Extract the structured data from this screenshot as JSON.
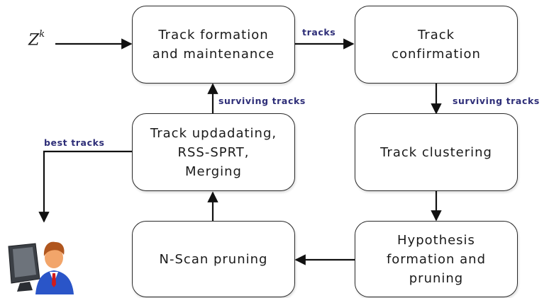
{
  "input": {
    "symbol": "Z",
    "superscript": "k"
  },
  "boxes": {
    "formation": "Track formation\nand maintenance",
    "confirmation": "Track\nconfirmation",
    "updating": "Track updadating,\nRSS-SPRT,\nMerging",
    "clustering": "Track clustering",
    "pruning": "N-Scan pruning",
    "hypothesis": "Hypothesis\nformation and\npruning"
  },
  "labels": {
    "tracks": "tracks",
    "surviving_left": "surviving tracks",
    "surviving_right": "surviving tracks",
    "best": "best tracks"
  },
  "colors": {
    "label": "#2e2e78",
    "box_border": "#2a2a2a",
    "arrow": "#111111"
  },
  "icons": {
    "user": "user-at-computer-icon"
  }
}
